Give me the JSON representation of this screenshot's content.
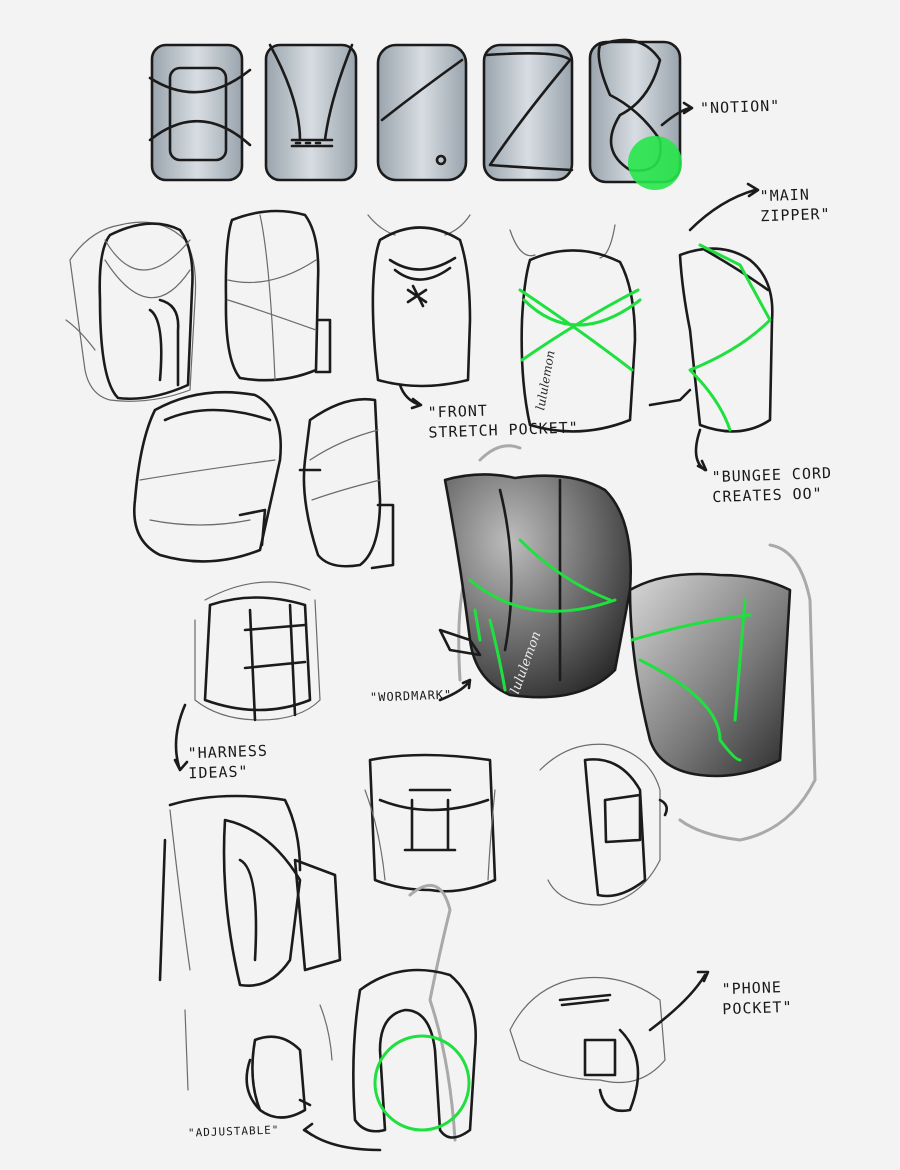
{
  "annotations": {
    "notion": "\"NOTION\"",
    "main_zipper": "\"MAIN\nZIPPER\"",
    "front_stretch_pocket": "\"FRONT\nSTRETCH POCKET\"",
    "bungee_cord": "\"BUNGEE CORD\nCREATES OO\"",
    "wordmark": "\"WORDMARK\"",
    "harness_ideas": "\"HARNESS\nIDEAS\"",
    "phone_pocket": "\"PHONE\nPOCKET\"",
    "adjustable": "\"ADJUSTABLE\""
  },
  "wordmark_text": "lululemon",
  "colors": {
    "ink": "#1b1b1b",
    "accent_green": "#1fe03e",
    "marker_grey": "#b4bcc4",
    "paper": "#f3f3f3"
  }
}
